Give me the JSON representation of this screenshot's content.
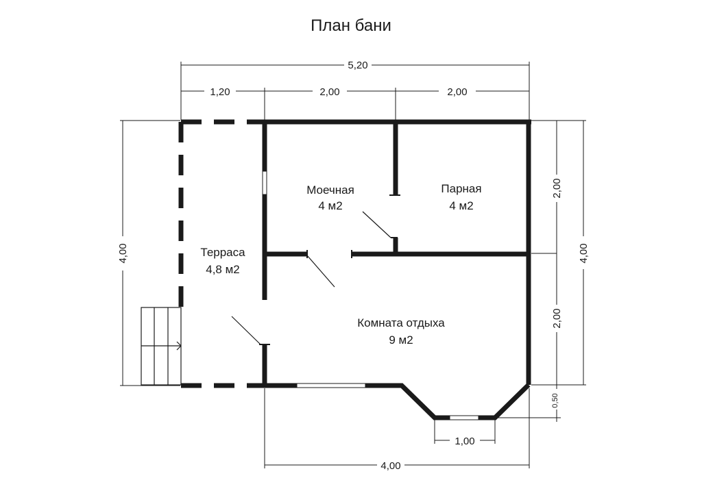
{
  "title": "План бани",
  "rooms": [
    {
      "id": "moechnaya",
      "name": "Моечная",
      "area": "4 м2"
    },
    {
      "id": "parnaya",
      "name": "Парная",
      "area": "4 м2"
    },
    {
      "id": "terrasa",
      "name": "Терраса",
      "area": "4,8 м2"
    },
    {
      "id": "komnata",
      "name": "Комната отдыха",
      "area": "9 м2"
    }
  ],
  "dimensions": {
    "top_total": "5,20",
    "top_segment_1": "1,20",
    "top_segment_2": "2,00",
    "top_segment_3": "2,00",
    "left_total": "4,00",
    "right_total": "4,00",
    "right_upper": "2,00",
    "right_lower": "2,00",
    "bay_depth": "0,50",
    "bay_width": "1,00",
    "bottom_total": "4,00"
  }
}
